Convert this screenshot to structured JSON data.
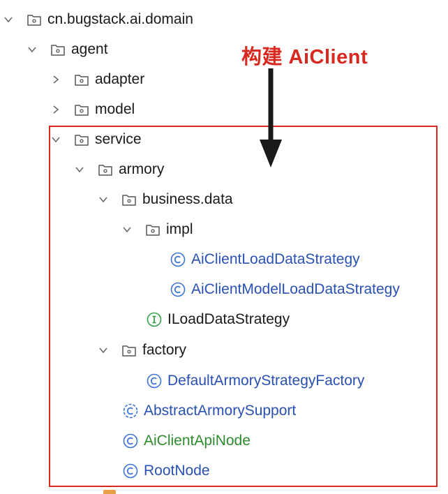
{
  "annotation": {
    "text": "构建 AiClient",
    "color": "#d9281f"
  },
  "colors": {
    "class_label": "#2950b3",
    "green_label": "#2e8a2e",
    "folder": "#555555",
    "class_icon": "#3b73d9",
    "interface_icon": "#33a14a",
    "highlight": "#d9281f"
  },
  "tree": [
    {
      "label": "cn.bugstack.ai.domain",
      "type": "package",
      "expanded": true,
      "icon": "folder-icon"
    },
    {
      "label": "agent",
      "type": "package",
      "expanded": true,
      "icon": "folder-icon"
    },
    {
      "label": "adapter",
      "type": "package",
      "expanded": false,
      "icon": "folder-icon"
    },
    {
      "label": "model",
      "type": "package",
      "expanded": false,
      "icon": "folder-icon"
    },
    {
      "label": "service",
      "type": "package",
      "expanded": true,
      "icon": "folder-icon"
    },
    {
      "label": "armory",
      "type": "package",
      "expanded": true,
      "icon": "folder-icon"
    },
    {
      "label": "business.data",
      "type": "package",
      "expanded": true,
      "icon": "folder-icon"
    },
    {
      "label": "impl",
      "type": "package",
      "expanded": true,
      "icon": "folder-icon"
    },
    {
      "label": "AiClientLoadDataStrategy",
      "type": "class",
      "icon": "class-icon"
    },
    {
      "label": "AiClientModelLoadDataStrategy",
      "type": "class",
      "icon": "class-icon"
    },
    {
      "label": "ILoadDataStrategy",
      "type": "interface",
      "icon": "interface-icon"
    },
    {
      "label": "factory",
      "type": "package",
      "expanded": true,
      "icon": "folder-icon"
    },
    {
      "label": "DefaultArmoryStrategyFactory",
      "type": "class",
      "icon": "class-icon"
    },
    {
      "label": "AbstractArmorySupport",
      "type": "abstract-class",
      "icon": "abstract-class-icon"
    },
    {
      "label": "AiClientApiNode",
      "type": "class",
      "icon": "class-icon",
      "label_color": "green"
    },
    {
      "label": "RootNode",
      "type": "class",
      "icon": "class-icon"
    }
  ]
}
